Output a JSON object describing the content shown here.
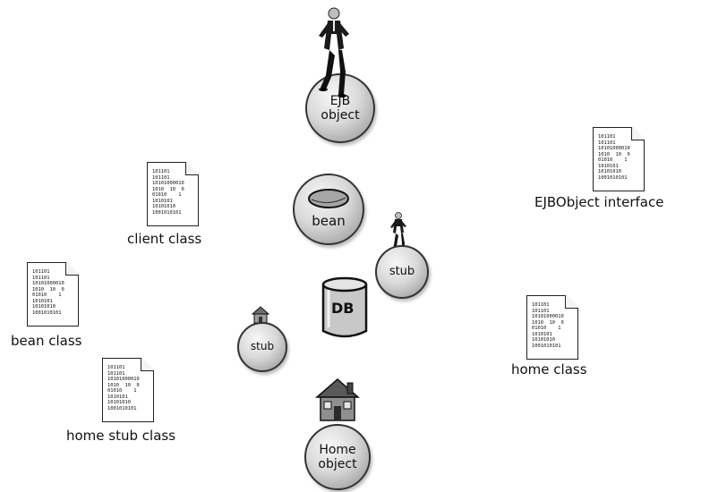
{
  "spheres": {
    "ejb_object": "EJB\nobject",
    "bean": "bean",
    "stub_right": "stub",
    "stub_left": "stub",
    "home_object": "Home\nobject"
  },
  "db_label": "DB",
  "docs": {
    "client_class": {
      "lines": "101101\n101101\n10101000010\n1010  10  0\n01010    1\n1010101\n10101010\n1001010101",
      "label": "client class"
    },
    "bean_class": {
      "lines": "101101\n101101\n10101000010\n1010  10  0\n01010    1\n1010101\n10101010\n1001010101",
      "label": "bean class"
    },
    "home_stub_class": {
      "lines": "101101\n101101\n10101000010\n1010  10  0\n01010    1\n1010101\n10101010\n1001010101",
      "label": "home stub class"
    },
    "ejbobject_interface": {
      "lines": "101101\n101101\n10101000010\n1010  10  0\n01010    1\n1010101\n10101010\n1001010101",
      "label": "EJBObject interface"
    },
    "home_class": {
      "lines": "101101\n101101\n10101000010\n1010  10  0\n01010    1\n1010101\n10101010\n1001010101",
      "label": "home class"
    }
  }
}
